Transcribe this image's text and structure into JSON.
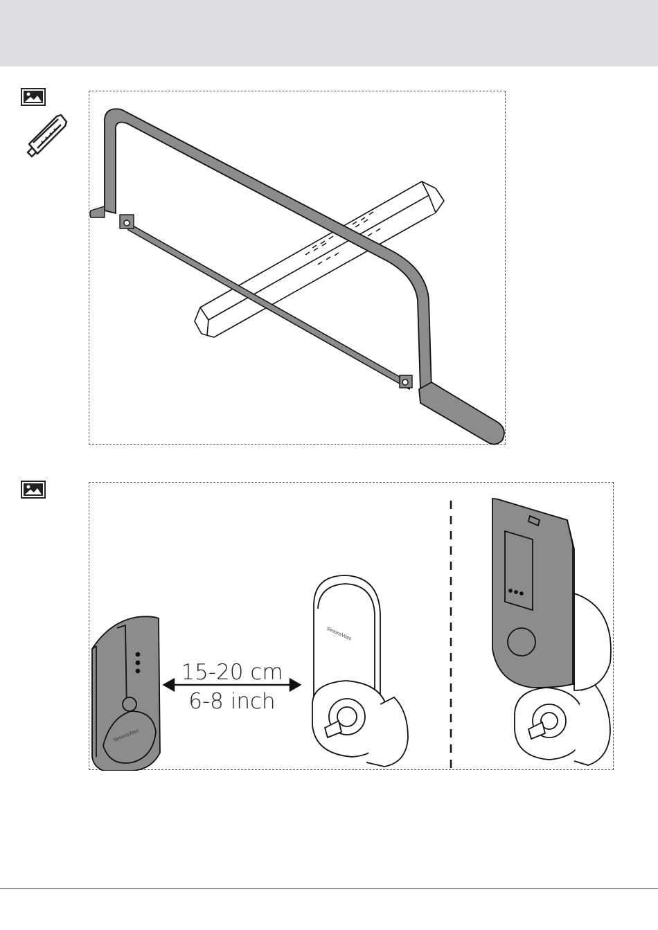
{
  "colors": {
    "header_band": "#dcdee1",
    "tool_gray": "#8c8c8c",
    "outline": "#111111"
  },
  "icons": {
    "image": "image-icon",
    "saw": "hacksaw-icon"
  },
  "step2": {
    "distance_cm": "15-20 cm",
    "distance_inch": "6-8 inch",
    "brand_logo": "SimonsVoss"
  }
}
